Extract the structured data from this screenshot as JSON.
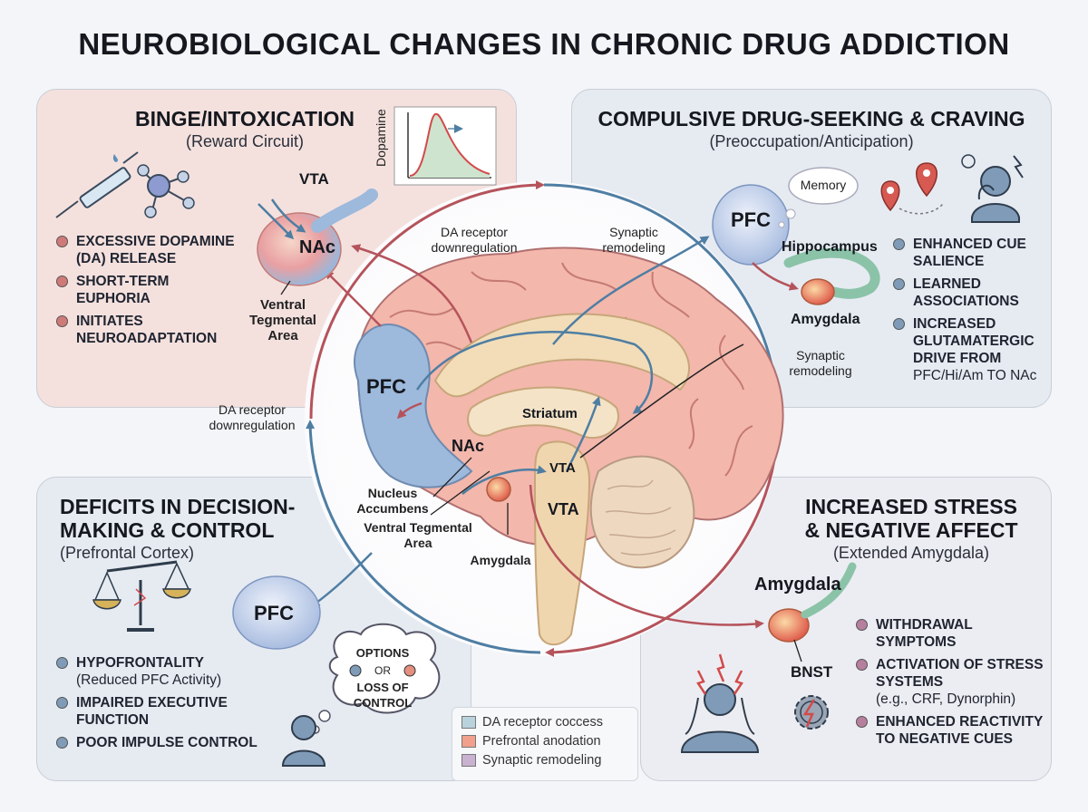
{
  "title": "NEUROBIOLOGICAL CHANGES IN CHRONIC DRUG ADDICTION",
  "colors": {
    "binge": "#f4e1de",
    "crave": "#e6ebf2",
    "arrow_red": "#b5535b",
    "arrow_blue": "#4f7ea3"
  },
  "binge": {
    "title": "BINGE/INTOXICATION",
    "subtitle": "(Reward Circuit)",
    "graph_label": "Dopamine",
    "vta": "VTA",
    "nac": "NAc",
    "vta_full": "Ventral Tegmental Area",
    "bullets": [
      "EXCESSIVE DOPAMINE (DA) RELEASE",
      "SHORT-TERM EUPHORIA",
      "INITIATES NEUROADAPTATION"
    ]
  },
  "crave": {
    "title": "COMPULSIVE DRUG-SEEKING & CRAVING",
    "subtitle": "(Preoccupation/Anticipation)",
    "pfc": "PFC",
    "memory": "Memory",
    "hippocampus": "Hippocampus",
    "amygdala": "Amygdala",
    "synaptic": "Synaptic remodeling",
    "bullets": [
      {
        "main": "ENHANCED CUE SALIENCE",
        "sub": ""
      },
      {
        "main": "LEARNED ASSOCIATIONS",
        "sub": ""
      },
      {
        "main": "INCREASED GLUTAMATERGIC DRIVE FROM",
        "sub": "PFC/Hi/Am TO NAc"
      }
    ]
  },
  "deficit": {
    "title": "DEFICITS IN DECISION-MAKING & CONTROL",
    "subtitle": "(Prefrontal Cortex)",
    "pfc": "PFC",
    "thought_top": "OPTIONS",
    "thought_or": "OR",
    "thought_bottom": "LOSS OF CONTROL",
    "bullets": [
      {
        "main": "HYPOFRONTALITY",
        "sub": "(Reduced PFC Activity)"
      },
      {
        "main": "IMPAIRED EXECUTIVE FUNCTION",
        "sub": ""
      },
      {
        "main": "POOR IMPULSE CONTROL",
        "sub": ""
      }
    ]
  },
  "stress": {
    "title": "INCREASED STRESS & NEGATIVE AFFECT",
    "subtitle": "(Extended Amygdala)",
    "amygdala": "Amygdala",
    "bnst": "BNST",
    "bullets": [
      {
        "main": "WITHDRAWAL SYMPTOMS",
        "sub": ""
      },
      {
        "main": "ACTIVATION OF STRESS SYSTEMS",
        "sub": "(e.g., CRF, Dynorphin)"
      },
      {
        "main": "ENHANCED REACTIVITY TO NEGATIVE CUES",
        "sub": ""
      }
    ]
  },
  "brain": {
    "pfc": "PFC",
    "nac": "NAc",
    "striatum": "Striatum",
    "vta_small": "VTA",
    "vta_big": "VTA",
    "nucleus": "Nucleus Accumbens",
    "vta_full": "Ventral Tegmental Area",
    "amygdala": "Amygdala"
  },
  "cycle": {
    "da_top": "DA receptor downregulation",
    "syn_top": "Synaptic remodeling",
    "da_left": "DA receptor downregulation"
  },
  "legend": [
    {
      "label": "DA receptor coccess",
      "color": "#b9d3dc"
    },
    {
      "label": "Prefrontal anodation",
      "color": "#f0a08c"
    },
    {
      "label": "Synaptic remodeling",
      "color": "#c9b2cf"
    }
  ]
}
